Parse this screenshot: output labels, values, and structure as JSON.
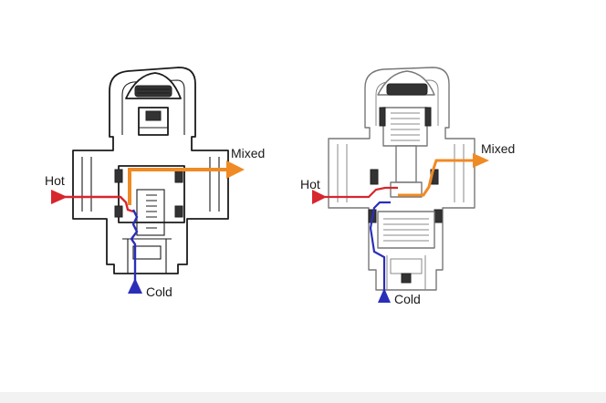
{
  "diagrams": [
    {
      "labels": {
        "hot": "Hot",
        "mixed": "Mixed",
        "cold": "Cold"
      }
    },
    {
      "labels": {
        "hot": "Hot",
        "mixed": "Mixed",
        "cold": "Cold"
      }
    }
  ],
  "colors": {
    "hot": "#d7262d",
    "mixed": "#f08a24",
    "cold": "#2b2fb8",
    "outline_dark": "#1b1b1b",
    "outline_light": "#777777",
    "footer_bar": "#f2f2f2"
  },
  "icons": [
    "hot-arrow-icon",
    "mixed-arrow-icon",
    "cold-arrow-icon"
  ]
}
